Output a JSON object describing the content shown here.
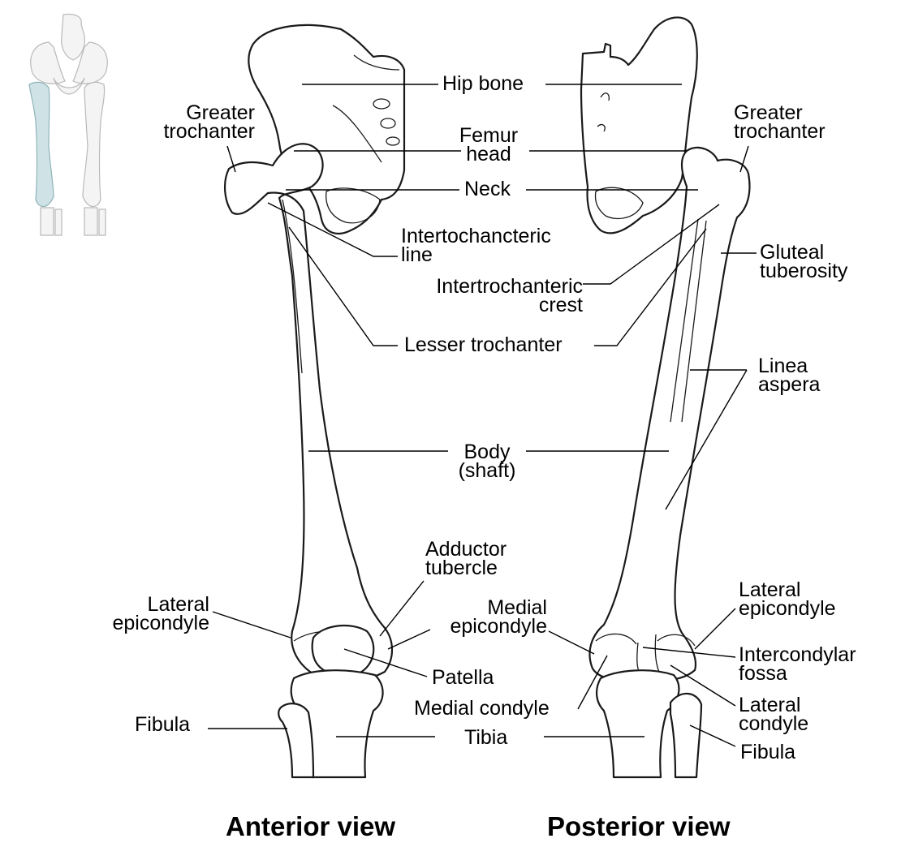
{
  "views": {
    "anterior": "Anterior view",
    "posterior": "Posterior view"
  },
  "labels": {
    "hip_bone": "Hip bone",
    "greater_trochanter_left": "Greater\ntrochanter",
    "greater_trochanter_right": "Greater\ntrochanter",
    "femur_head": "Femur\nhead",
    "neck": "Neck",
    "intertochancteric_line": "Intertochancteric\nline",
    "intertrochanteric_crest": "Intertrochanteric\ncrest",
    "gluteal_tuberosity": "Gluteal\ntuberosity",
    "lesser_trochanter": "Lesser trochanter",
    "linea_aspera": "Linea\naspera",
    "body_shaft": "Body\n(shaft)",
    "adductor_tubercle": "Adductor\ntubercle",
    "lateral_epicondyle_left": "Lateral\nepicondyle",
    "lateral_epicondyle_right": "Lateral\nepicondyle",
    "medial_epicondyle": "Medial\nepicondyle",
    "intercondylar_fossa": "Intercondylar\nfossa",
    "patella": "Patella",
    "medial_condyle": "Medial condyle",
    "lateral_condyle": "Lateral\ncondyle",
    "fibula_left": "Fibula",
    "fibula_right": "Fibula",
    "tibia": "Tibia"
  },
  "colors": {
    "outline": "#1a1a1a",
    "bone_fill": "#ffffff",
    "thumbnail_highlight": "#cfe3e6"
  }
}
